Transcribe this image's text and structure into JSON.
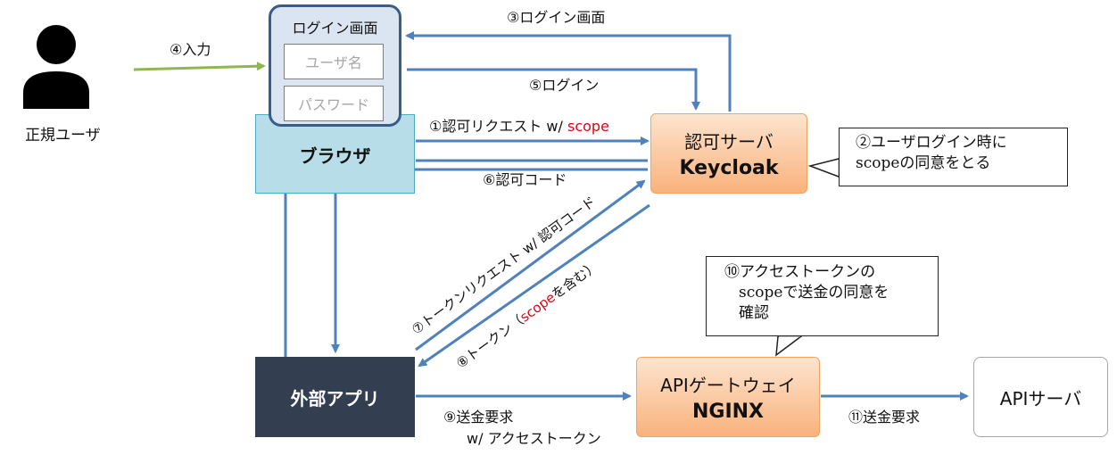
{
  "user": {
    "label": "正規ユーザ",
    "icon": "person-icon"
  },
  "browser": {
    "label": "ブラウザ"
  },
  "login_screen": {
    "title": "ログイン画面",
    "username_placeholder": "ユーザ名",
    "password_placeholder": "パスワード"
  },
  "auth_server": {
    "line1": "認可サーバ",
    "line2": "Keycloak"
  },
  "external_app": {
    "label": "外部アプリ"
  },
  "api_gateway": {
    "line1": "APIゲートウェイ",
    "line2": "NGINX"
  },
  "api_server": {
    "label": "APIサーバ"
  },
  "steps": {
    "s1_prefix": "①認可リクエスト w/ ",
    "s1_scope": "scope",
    "s3": "③ログイン画面",
    "s4": "④入力",
    "s5": "⑤ログイン",
    "s6": "⑥認可コード",
    "s7": "⑦トークンリクエスト w/ 認可コード",
    "s8_prefix": "⑧トークン（",
    "s8_scope": "scope",
    "s8_suffix": "を含む）",
    "s9_line1": "⑨送金要求",
    "s9_line2": "w/ アクセストークン",
    "s11": "⑪送金要求"
  },
  "notes": {
    "n2_line1": "②ユーザログイン時に",
    "n2_line2": "scopeの同意をとる",
    "n10_line1": "⑩アクセストークンの",
    "n10_line2": "scopeで送金の同意を",
    "n10_line3": "確認"
  },
  "colors": {
    "arrow": "#4f81bd",
    "input_arrow": "#8fb654",
    "app_box": "#333f50",
    "browser_fill": "#b7dde8",
    "browser_border": "#4bacc6",
    "scope_text": "#e60012"
  }
}
